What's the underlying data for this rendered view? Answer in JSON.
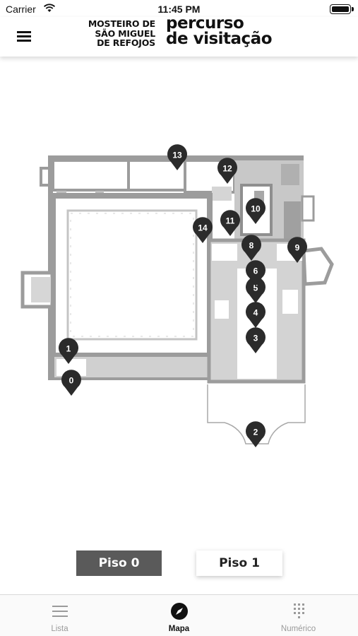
{
  "status_bar": {
    "carrier": "Carrier",
    "time": "11:45 PM"
  },
  "header": {
    "logo_left": [
      "MOSTEIRO DE",
      "SÃO MIGUEL",
      "DE REFOJOS"
    ],
    "logo_right": [
      "percurso",
      "de visitação"
    ]
  },
  "map": {
    "markers": [
      {
        "label": "0"
      },
      {
        "label": "1"
      },
      {
        "label": "2"
      },
      {
        "label": "3"
      },
      {
        "label": "4"
      },
      {
        "label": "5"
      },
      {
        "label": "6"
      },
      {
        "label": "8"
      },
      {
        "label": "9"
      },
      {
        "label": "10"
      },
      {
        "label": "11"
      },
      {
        "label": "12"
      },
      {
        "label": "13"
      },
      {
        "label": "14"
      }
    ]
  },
  "floors": {
    "floor_0": "Piso 0",
    "floor_1": "Piso 1",
    "selected": "Piso 0"
  },
  "tabs": [
    {
      "label": "Lista",
      "icon": "list-icon"
    },
    {
      "label": "Mapa",
      "icon": "compass-icon",
      "active": true
    },
    {
      "label": "Numérico",
      "icon": "keypad-icon"
    }
  ],
  "colors": {
    "marker": "#2b2b2b",
    "wall": "#9c9c9c",
    "floor_selected_bg": "#5a5a5a"
  }
}
